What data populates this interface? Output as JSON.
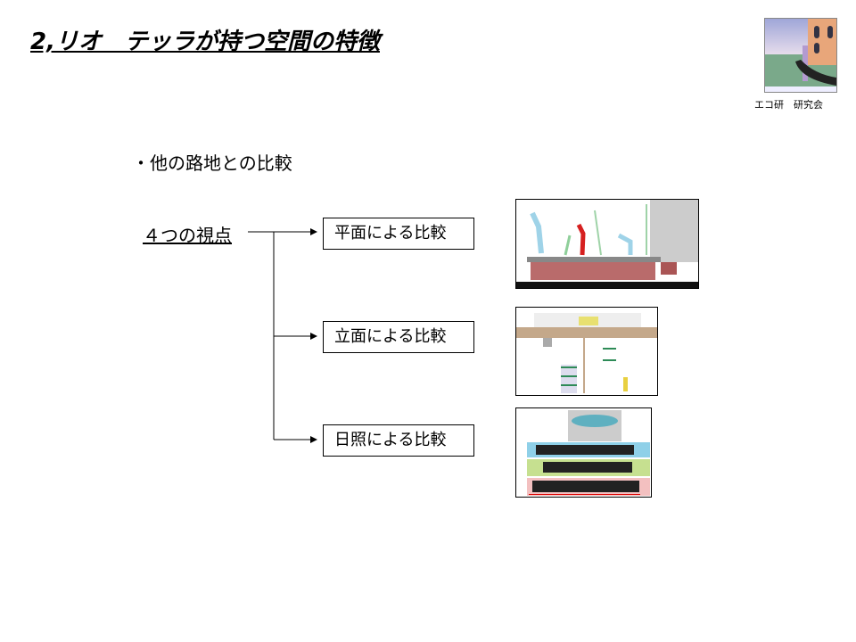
{
  "title": "2,リオ　テッラが持つ空間の特徴",
  "logo": {
    "caption": "エコ研　研究会"
  },
  "bullet": "・他の路地との比較",
  "views_label": "４つの視点",
  "comparisons": [
    {
      "label": "平面による比較"
    },
    {
      "label": "立面による比較"
    },
    {
      "label": "日照による比較"
    }
  ]
}
